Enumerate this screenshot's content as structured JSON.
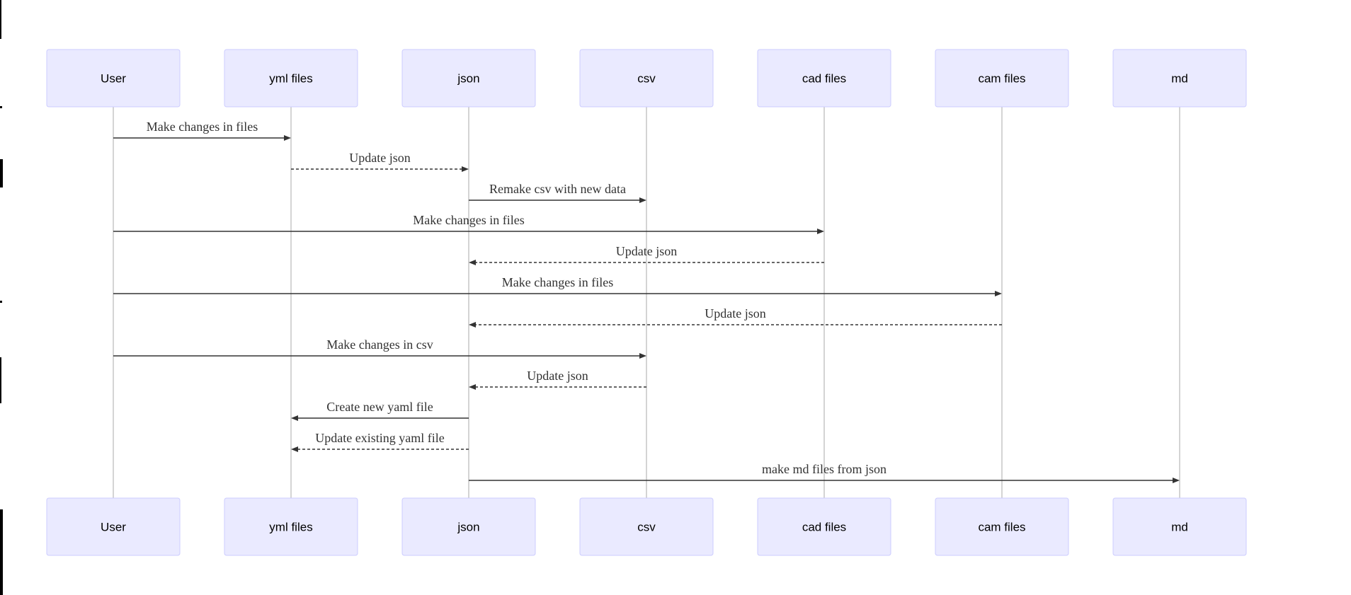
{
  "participants": [
    {
      "id": "user",
      "label": "User"
    },
    {
      "id": "yml",
      "label": "yml files"
    },
    {
      "id": "json",
      "label": "json"
    },
    {
      "id": "csv",
      "label": "csv"
    },
    {
      "id": "cad",
      "label": "cad files"
    },
    {
      "id": "cam",
      "label": "cam files"
    },
    {
      "id": "md",
      "label": "md"
    }
  ],
  "messages": [
    {
      "from": "user",
      "to": "yml",
      "label": "Make changes in files",
      "style": "solid"
    },
    {
      "from": "yml",
      "to": "json",
      "label": "Update json",
      "style": "dashed"
    },
    {
      "from": "json",
      "to": "csv",
      "label": "Remake csv with new data",
      "style": "solid"
    },
    {
      "from": "user",
      "to": "cad",
      "label": "Make changes in files",
      "style": "solid"
    },
    {
      "from": "cad",
      "to": "json",
      "label": "Update json",
      "style": "dashed"
    },
    {
      "from": "user",
      "to": "cam",
      "label": "Make changes in files",
      "style": "solid"
    },
    {
      "from": "cam",
      "to": "json",
      "label": "Update json",
      "style": "dashed"
    },
    {
      "from": "user",
      "to": "csv",
      "label": "Make changes in csv",
      "style": "solid"
    },
    {
      "from": "csv",
      "to": "json",
      "label": "Update json",
      "style": "dashed"
    },
    {
      "from": "json",
      "to": "yml",
      "label": "Create new yaml file",
      "style": "solid"
    },
    {
      "from": "json",
      "to": "yml",
      "label": "Update existing yaml file",
      "style": "dashed"
    },
    {
      "from": "json",
      "to": "md",
      "label": "make md files from json",
      "style": "solid"
    }
  ],
  "colors": {
    "actor_fill": "#eaeaff",
    "actor_stroke": "#ccccff",
    "lifeline": "#a9a9a9",
    "message": "#333333"
  }
}
